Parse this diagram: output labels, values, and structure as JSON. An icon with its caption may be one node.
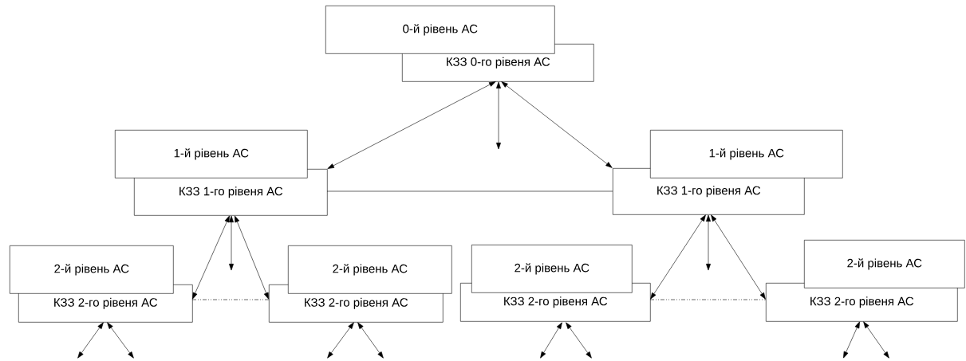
{
  "diagram": {
    "nodes": [
      {
        "text": [
          "0-й рівень АС"
        ]
      },
      {
        "text": [
          "КЗЗ 0-го рівеня АС"
        ]
      },
      {
        "text": [
          "1-й рівень АС"
        ]
      },
      {
        "text": [
          "КЗЗ 1-го рівеня АС"
        ]
      },
      {
        "text": [
          "1-й рівень АС"
        ]
      },
      {
        "text": [
          "КЗЗ 1-го рівеня АС"
        ]
      },
      {
        "text": [
          "2-й рівень АС"
        ]
      },
      {
        "text": [
          "КЗЗ 2-го рівеня АС"
        ]
      },
      {
        "text": [
          "2-й рівень АС"
        ]
      },
      {
        "text": [
          "КЗЗ 2-го рівеня АС"
        ]
      },
      {
        "text": [
          "2-й рівень АС"
        ]
      },
      {
        "text": [
          "КЗЗ 2-го рівеня АС"
        ]
      },
      {
        "text": [
          "2-й рівень АС"
        ]
      },
      {
        "text": [
          "КЗЗ 2-го рівеня АС"
        ]
      }
    ],
    "edges": [
      {
        "from": 1,
        "to": 3,
        "arrow": "both"
      },
      {
        "from": 1,
        "to": 5,
        "arrow": "both"
      },
      {
        "from": 1,
        "to": null,
        "arrow": "both"
      },
      {
        "from": 3,
        "to": 5,
        "arrow": "none"
      },
      {
        "from": 3,
        "to": 7,
        "arrow": "both"
      },
      {
        "from": 3,
        "to": 9,
        "arrow": "both"
      },
      {
        "from": 3,
        "to": null,
        "arrow": "both"
      },
      {
        "from": 7,
        "to": 9,
        "arrow": "none",
        "style": "dashed"
      },
      {
        "from": 5,
        "to": 11,
        "arrow": "both"
      },
      {
        "from": 5,
        "to": 13,
        "arrow": "both"
      },
      {
        "from": 5,
        "to": null,
        "arrow": "both"
      },
      {
        "from": 11,
        "to": 13,
        "arrow": "none",
        "style": "dashed"
      },
      {
        "from": 7,
        "to": null,
        "arrow": "both"
      },
      {
        "from": 7,
        "to": null,
        "arrow": "both"
      },
      {
        "from": 9,
        "to": null,
        "arrow": "both"
      },
      {
        "from": 9,
        "to": null,
        "arrow": "both"
      },
      {
        "from": 11,
        "to": null,
        "arrow": "both"
      },
      {
        "from": 11,
        "to": null,
        "arrow": "both"
      },
      {
        "from": 13,
        "to": null,
        "arrow": "both"
      },
      {
        "from": 13,
        "to": null,
        "arrow": "both"
      }
    ]
  }
}
